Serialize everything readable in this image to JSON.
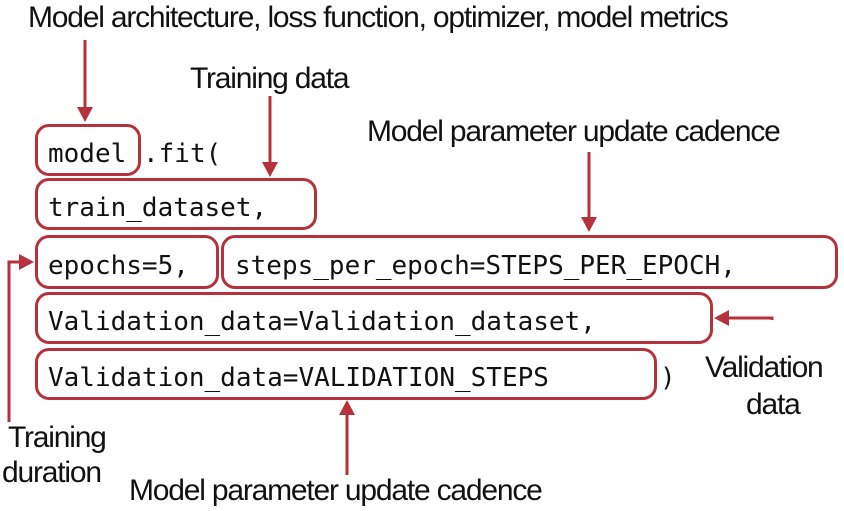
{
  "labels": {
    "top": "Model architecture, loss function, optimizer, model metrics",
    "training_data": "Training data",
    "cadence_top": "Model parameter update cadence",
    "validation_line1": "Validation",
    "validation_line2": "data",
    "training_line1": "Training",
    "training_line2": "duration",
    "cadence_bottom": "Model parameter update cadence"
  },
  "code": {
    "model": "model",
    "fit": ".fit(",
    "train": "train_dataset,",
    "epochs": "epochs=5,",
    "steps": "steps_per_epoch=STEPS_PER_EPOCH,",
    "validation1": "Validation_data=Validation_dataset,",
    "validation2": "Validation_data=VALIDATION_STEPS",
    "close": ")"
  },
  "colors": {
    "accent": "#b5313b",
    "text": "#111111"
  }
}
